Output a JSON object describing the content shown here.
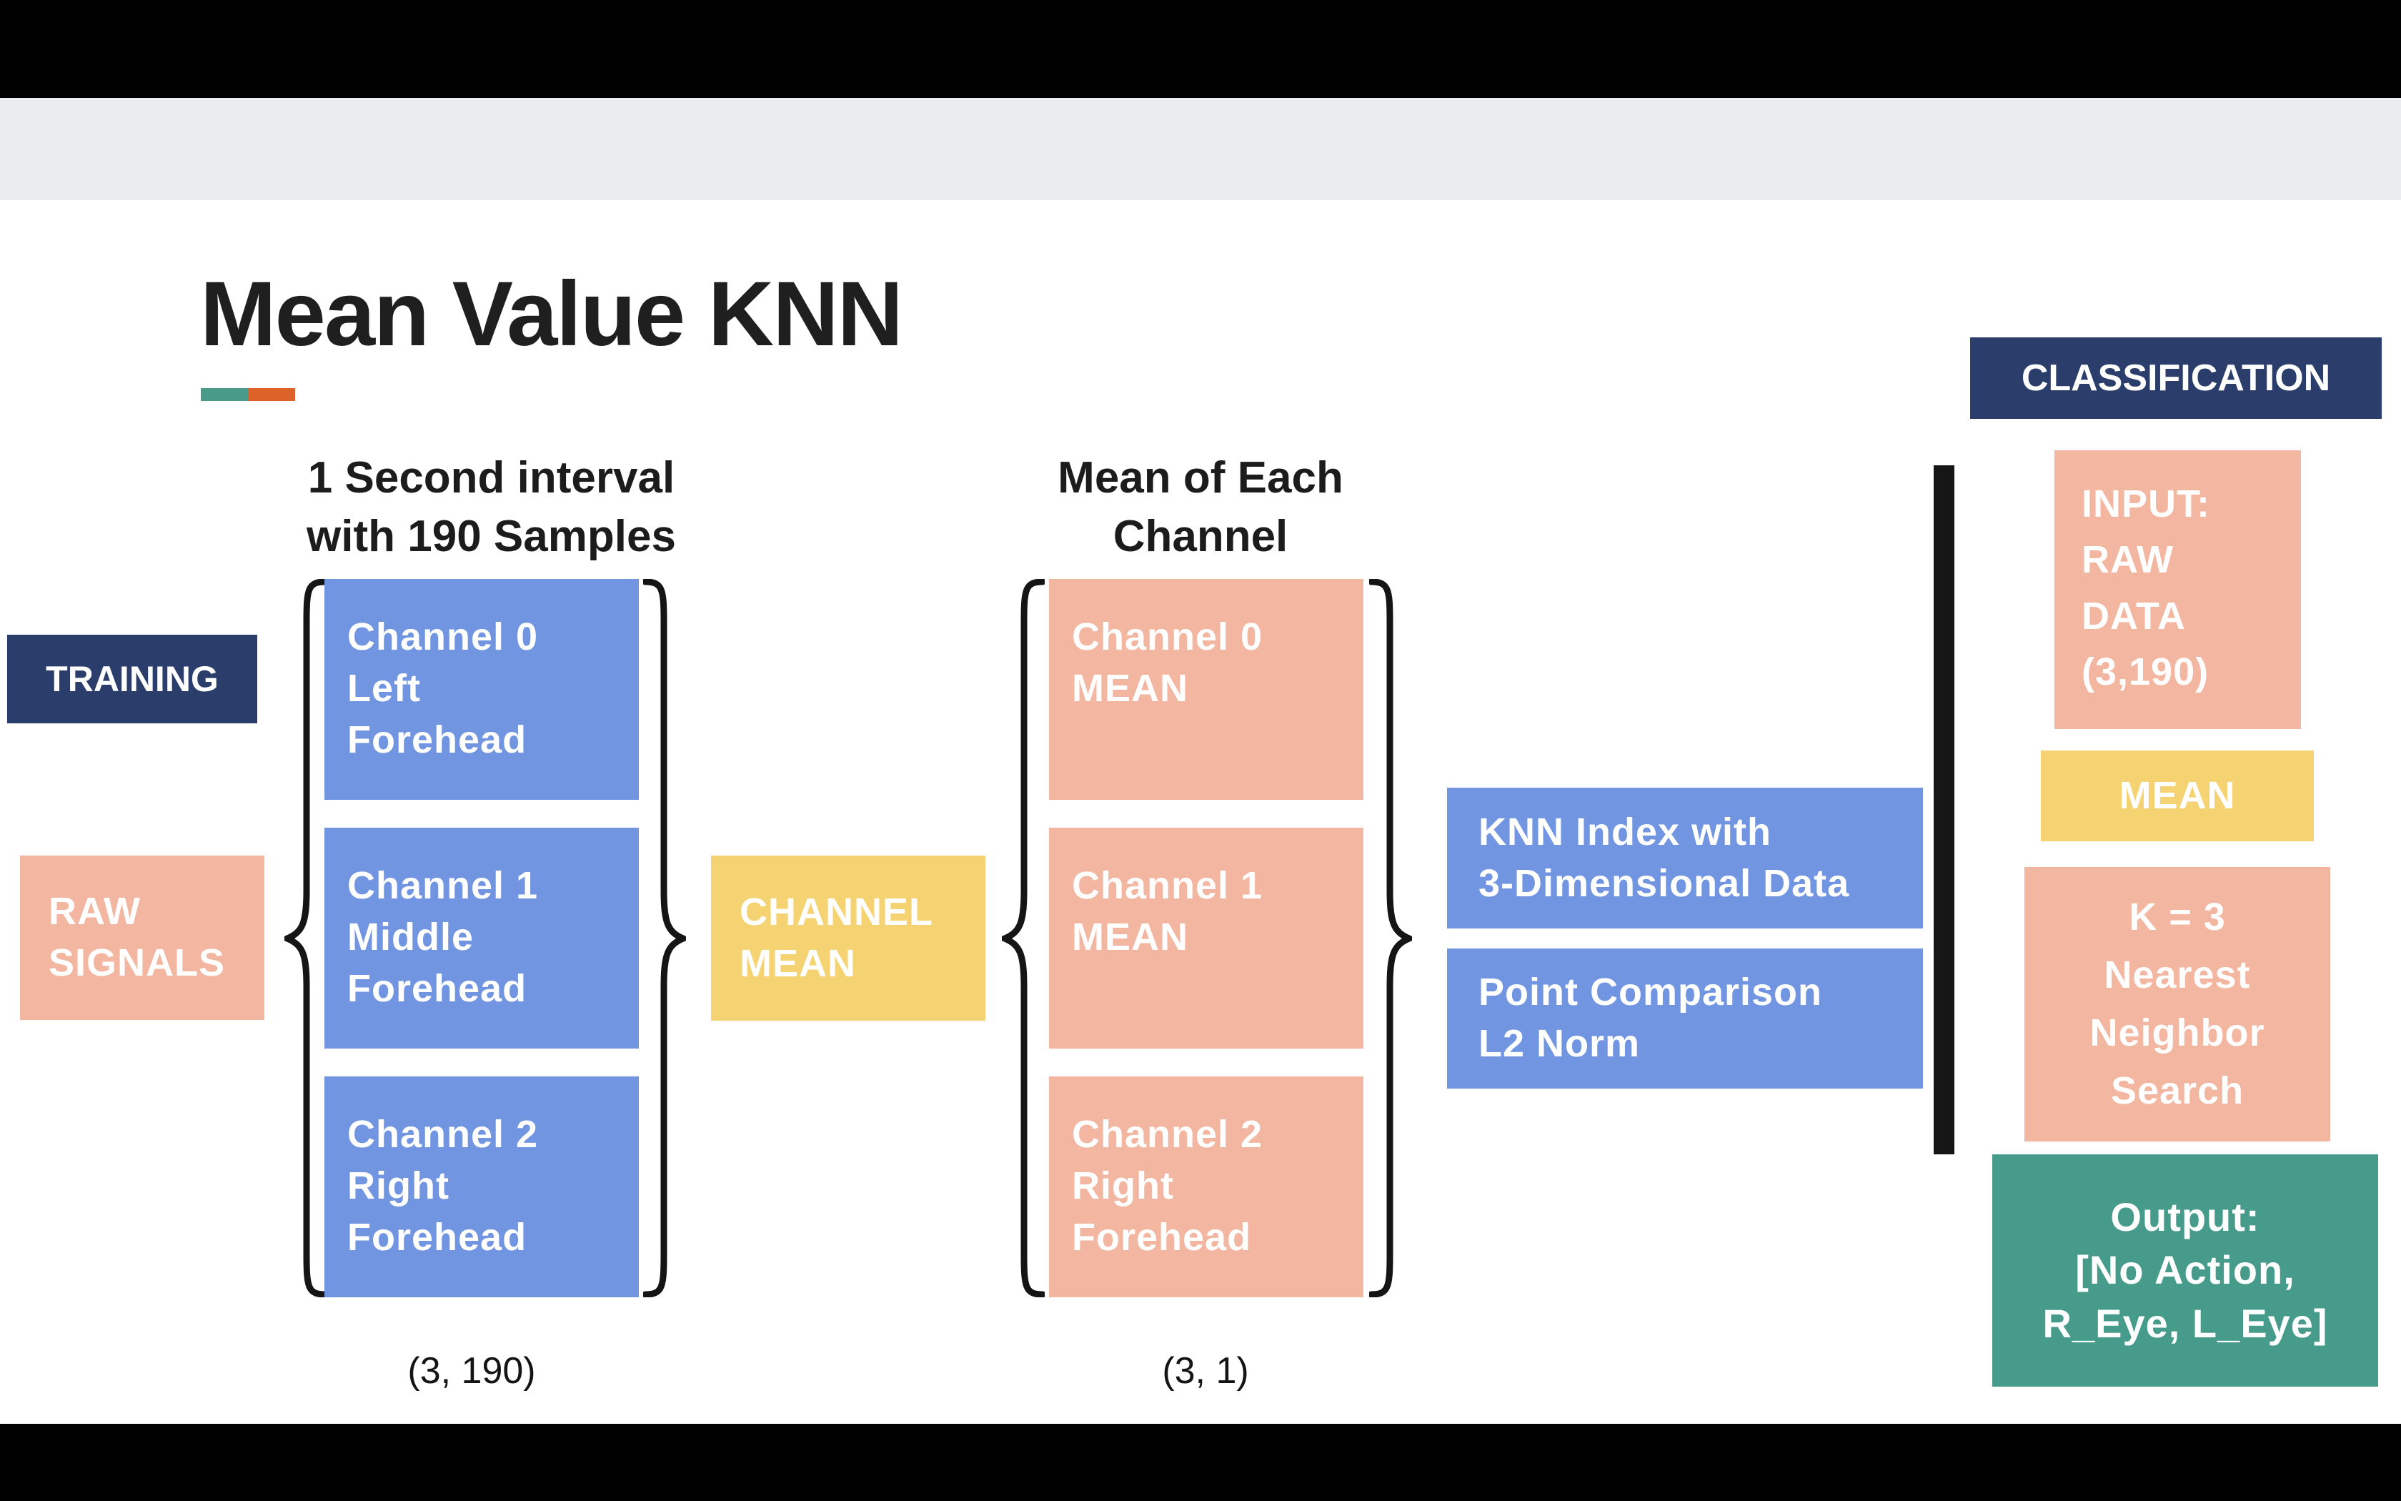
{
  "title": "Mean Value KNN",
  "headings": {
    "interval": "1 Second interval\nwith 190 Samples",
    "mean": "Mean of Each\nChannel"
  },
  "badges": {
    "training": "TRAINING",
    "classification": "CLASSIFICATION"
  },
  "boxes": {
    "raw_signals": "RAW\nSIGNALS",
    "channels": [
      "Channel 0\nLeft\nForehead",
      "Channel 1\nMiddle\nForehead",
      "Channel 2\nRight\nForehead"
    ],
    "channel_mean": "CHANNEL\nMEAN",
    "means": [
      "Channel 0\nMEAN",
      "Channel 1\nMEAN",
      "Channel 2\nRight\nForehead"
    ],
    "knn_index": "KNN Index with\n3-Dimensional Data",
    "point_comparison": "Point Comparison\nL2 Norm",
    "input": "INPUT:\nRAW\nDATA\n(3,190)",
    "mean_small": "MEAN",
    "k3": "K = 3\nNearest\nNeighbor\nSearch",
    "output": "Output:\n[No Action,\nR_Eye, L_Eye]"
  },
  "shape_labels": {
    "raw": "(3, 190)",
    "mean": "(3, 1)"
  },
  "colors": {
    "navy": "#2b3e6b",
    "salmon": "#f3b6a1",
    "blue": "#7195e1",
    "yellow": "#f5d272",
    "teal": "#479b8b",
    "accent_teal": "#4a9a8a",
    "accent_orange": "#dd6227",
    "top_strip_gray": "#e9eded"
  }
}
